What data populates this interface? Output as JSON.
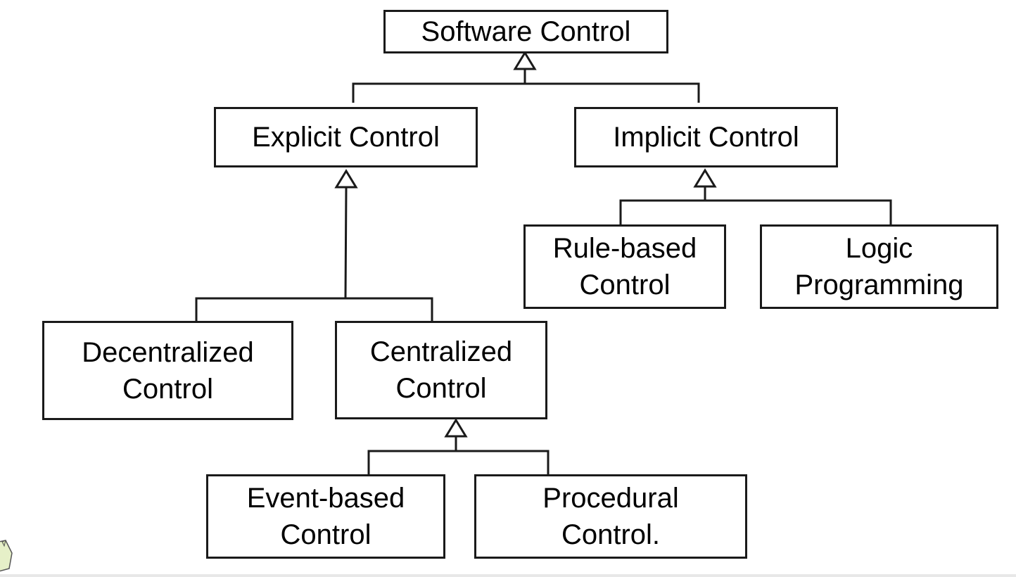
{
  "diagram": {
    "nodes": {
      "software_control": {
        "text": "Software Control"
      },
      "explicit_control": {
        "text": "Explicit Control"
      },
      "implicit_control": {
        "text": "Implicit Control"
      },
      "rule_based_control": {
        "line1": "Rule-based",
        "line2": "Control"
      },
      "logic_programming": {
        "line1": "Logic",
        "line2": "Programming"
      },
      "decentralized_control": {
        "line1": "Decentralized",
        "line2": "Control"
      },
      "centralized_control": {
        "line1": "Centralized",
        "line2": "Control"
      },
      "event_based_control": {
        "line1": "Event-based",
        "line2": "Control"
      },
      "procedural_control": {
        "line1": "Procedural",
        "line2": "Control."
      }
    },
    "edges": [
      {
        "from": "explicit_control",
        "to": "software_control",
        "type": "generalization"
      },
      {
        "from": "implicit_control",
        "to": "software_control",
        "type": "generalization"
      },
      {
        "from": "rule_based_control",
        "to": "implicit_control",
        "type": "generalization"
      },
      {
        "from": "logic_programming",
        "to": "implicit_control",
        "type": "generalization"
      },
      {
        "from": "decentralized_control",
        "to": "explicit_control",
        "type": "generalization"
      },
      {
        "from": "centralized_control",
        "to": "explicit_control",
        "type": "generalization"
      },
      {
        "from": "event_based_control",
        "to": "centralized_control",
        "type": "generalization"
      },
      {
        "from": "procedural_control",
        "to": "centralized_control",
        "type": "generalization"
      }
    ],
    "colors": {
      "line": "#1a1a1a",
      "box_fill": "#ffffff",
      "text": "#000000"
    },
    "corner_icon": "note-icon"
  }
}
